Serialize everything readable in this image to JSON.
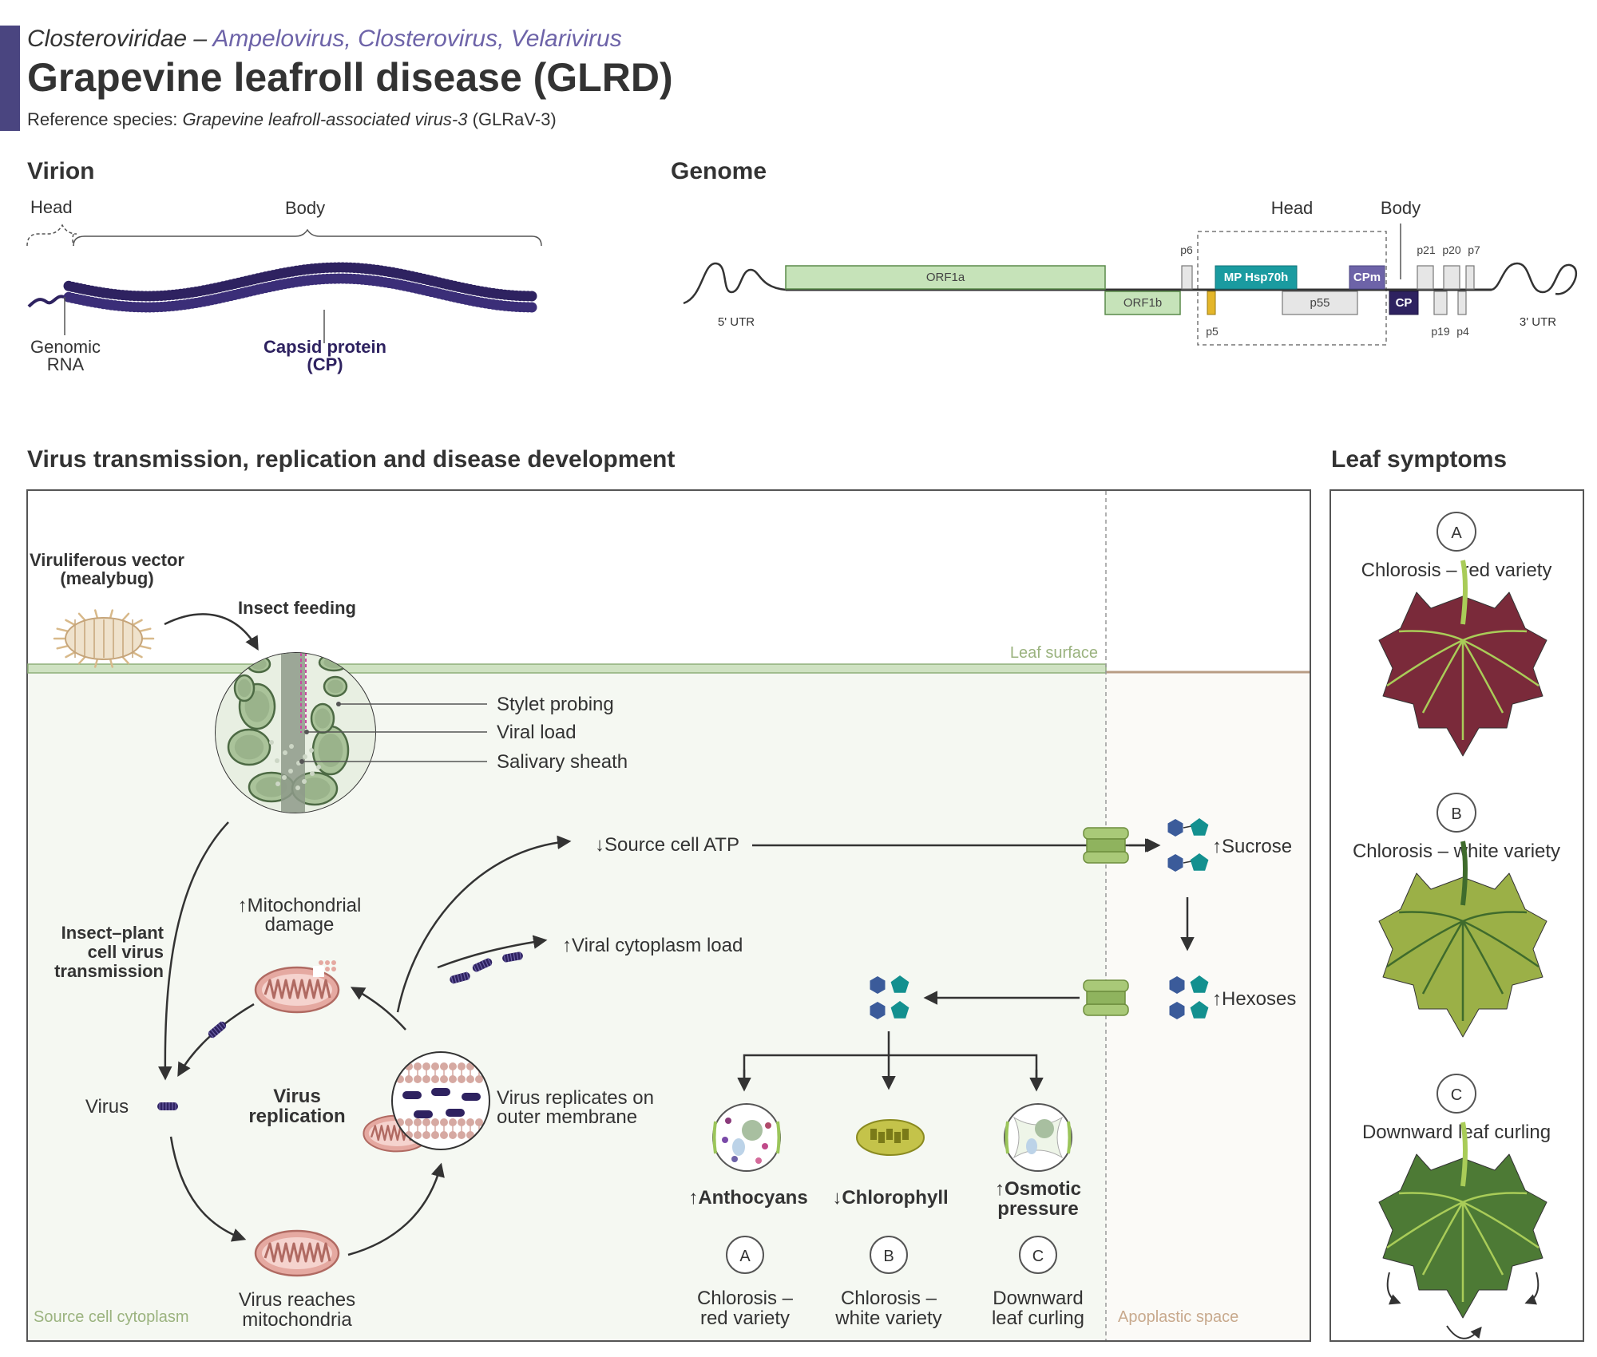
{
  "header": {
    "family": "Closteroviridae",
    "dash": " – ",
    "genera": "Ampelovirus, Closterovirus, Velarivirus",
    "title": "Grapevine leafroll disease (GLRD)",
    "ref_prefix": "Reference species: ",
    "ref_species": "Grapevine leafroll-associated virus-3",
    "ref_suffix": " (GLRaV-3)"
  },
  "virion": {
    "heading": "Virion",
    "head_label": "Head",
    "body_label": "Body",
    "genomic_rna_l1": "Genomic",
    "genomic_rna_l2": "RNA",
    "capsid_l1": "Capsid protein",
    "capsid_l2": "(CP)"
  },
  "genome": {
    "heading": "Genome",
    "head_label": "Head",
    "body_label": "Body",
    "utr5": "5' UTR",
    "utr3": "3' UTR",
    "orfs": {
      "orf1a": "ORF1a",
      "orf1b": "ORF1b",
      "p6": "p6",
      "p5": "p5",
      "mp": "MP Hsp70h",
      "p55": "p55",
      "cpm": "CPm",
      "cp": "CP",
      "p21": "p21",
      "p20": "p20",
      "p7": "p7",
      "p19": "p19",
      "p4": "p4"
    }
  },
  "transmission": {
    "heading": "Virus transmission, replication and disease development",
    "vector_l1": "Viruliferous vector",
    "vector_l2": "(mealybug)",
    "insect_feeding": "Insect feeding",
    "leaf_surface": "Leaf surface",
    "stylet_probing": "Stylet probing",
    "viral_load": "Viral load",
    "salivary_sheath": "Salivary sheath",
    "transmission_l1": "Insect–plant",
    "transmission_l2": "cell virus",
    "transmission_l3": "transmission",
    "virus": "Virus",
    "replication_l1": "Virus",
    "replication_l2": "replication",
    "mito_damage_l1": "↑Mitochondrial",
    "mito_damage_l2": "damage",
    "source_atp": "↓Source cell ATP",
    "viral_cyto": "↑Viral cytoplasm load",
    "replicates_l1": "Virus replicates on",
    "replicates_l2": "outer membrane",
    "reaches_l1": "Virus reaches",
    "reaches_l2": "mitochondria",
    "sucrose": "↑Sucrose",
    "hexoses": "↑Hexoses",
    "anthocyans": "↑Anthocyans",
    "chlorophyll": "↓Chlorophyll",
    "osmotic_l1": "↑Osmotic",
    "osmotic_l2": "pressure",
    "badge_a": "A",
    "badge_b": "B",
    "badge_c": "C",
    "sym_a_l1": "Chlorosis –",
    "sym_a_l2": "red variety",
    "sym_b_l1": "Chlorosis –",
    "sym_b_l2": "white variety",
    "sym_c_l1": "Downward",
    "sym_c_l2": "leaf curling",
    "source_cytoplasm": "Source cell cytoplasm",
    "apoplastic": "Apoplastic space"
  },
  "leaf_symptoms": {
    "heading": "Leaf symptoms",
    "items": [
      {
        "badge": "A",
        "label": "Chlorosis – red variety",
        "color": "#7a2a3a"
      },
      {
        "badge": "B",
        "label": "Chlorosis – white variety",
        "color": "#9bb047"
      },
      {
        "badge": "C",
        "label": "Downward leaf curling",
        "color": "#4d7a35"
      }
    ]
  },
  "colors": {
    "accent_bar": "#4a4580",
    "genera": "#6d63a8",
    "capsid": "#2e2260",
    "orf_green": "#c6e3b9",
    "teal": "#1a9ba0",
    "cpm": "#6d63a8",
    "cp": "#2e2260",
    "p5": "#e4b62a",
    "leaf_surface": "#9bb37f",
    "apoplast": "#c8a98d"
  }
}
